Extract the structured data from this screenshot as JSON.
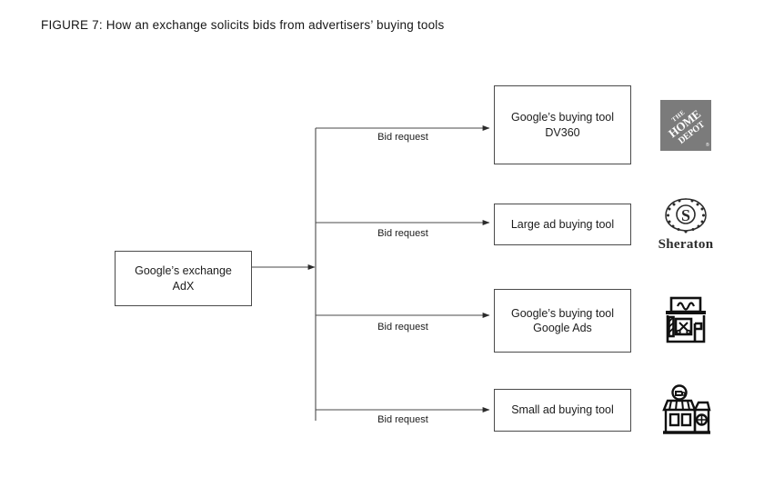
{
  "figure": {
    "caption": "FIGURE 7: How an exchange solicits bids from advertisers’ buying tools"
  },
  "colors": {
    "stroke": "#4a4a4a",
    "text": "#1c1c1c",
    "background": "#ffffff",
    "logo_gray": "#7b7b7b",
    "logo_dark": "#2b2b2b"
  },
  "source_node": {
    "label": "Google’s exchange\nAdX",
    "name": "source-node-google-exchange-adx"
  },
  "edges": [
    {
      "label": "Bid request"
    },
    {
      "label": "Bid request"
    },
    {
      "label": "Bid request"
    },
    {
      "label": "Bid request"
    }
  ],
  "target_nodes": [
    {
      "label": "Google’s buying tool\nDV360",
      "name": "target-node-dv360",
      "logo": {
        "icon": "home-depot-logo",
        "caption": ""
      }
    },
    {
      "label": "Large ad buying tool",
      "name": "target-node-large-ad-buying-tool",
      "logo": {
        "icon": "sheraton-logo",
        "caption": "Sheraton"
      }
    },
    {
      "label": "Google’s buying tool\nGoogle Ads",
      "name": "target-node-google-ads",
      "logo": {
        "icon": "barbershop-storefront-icon",
        "caption": ""
      }
    },
    {
      "label": "Small ad buying tool",
      "name": "target-node-small-ad-buying-tool",
      "logo": {
        "icon": "cafe-storefront-icon",
        "caption": ""
      }
    }
  ]
}
